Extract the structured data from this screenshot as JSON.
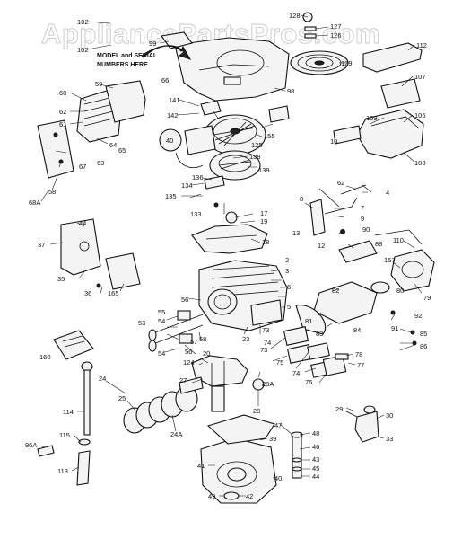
{
  "watermark": "AppliancePartsPros.com",
  "note": {
    "line1": "MODEL and SERIAL",
    "line2": "NUMBERS HERE"
  },
  "labels": {
    "102a": "102",
    "102b": "102",
    "99": "99",
    "98": "98",
    "128": "128",
    "127": "127",
    "126": "126",
    "129": "129",
    "112": "112",
    "107": "107",
    "109": "109",
    "106": "106",
    "108": "108",
    "10": "10",
    "60": "60",
    "59": "59",
    "66": "66",
    "62": "62",
    "61": "61",
    "64": "64",
    "65": "65",
    "63": "63",
    "67": "67",
    "58": "58",
    "68a": "68A",
    "141": "141",
    "142": "142",
    "155": "155",
    "125": "125",
    "40": "40",
    "138": "138",
    "139": "139",
    "136": "136",
    "134": "134",
    "135": "135",
    "133": "133",
    "17": "17",
    "19": "19",
    "18": "18",
    "62b": "62",
    "8": "8",
    "4": "4",
    "7": "7",
    "13": "13",
    "9": "9",
    "90": "90",
    "12": "12",
    "88": "88",
    "110": "110",
    "157": "157",
    "80": "80",
    "79": "79",
    "44": "44",
    "37": "37",
    "35": "35",
    "165": "165",
    "36": "36",
    "2": "2",
    "3": "3",
    "6": "6",
    "5": "5",
    "56": "56",
    "55": "55",
    "54": "54",
    "53": "53",
    "57": "57",
    "54b": "54",
    "56b": "56",
    "58b": "58",
    "20": "20",
    "124": "124",
    "23": "23",
    "82": "82",
    "81": "81",
    "83": "83",
    "84": "84",
    "91": "91",
    "85": "85",
    "86": "86",
    "92": "92",
    "73a": "73",
    "74a": "74",
    "75": "75",
    "74b": "74",
    "73b": "73",
    "76": "76",
    "78": "78",
    "77": "77",
    "160": "160",
    "24": "24",
    "25": "25",
    "24a": "24A",
    "27": "27",
    "28a": "28A",
    "28": "28",
    "114": "114",
    "115": "115",
    "96a": "96A",
    "113": "113",
    "29": "29",
    "30": "30",
    "33": "33",
    "47": "47",
    "48": "48",
    "46": "46",
    "43": "43",
    "45": "45",
    "44b": "44",
    "39": "39",
    "41": "41",
    "40b": "40",
    "49": "49",
    "42": "42"
  }
}
